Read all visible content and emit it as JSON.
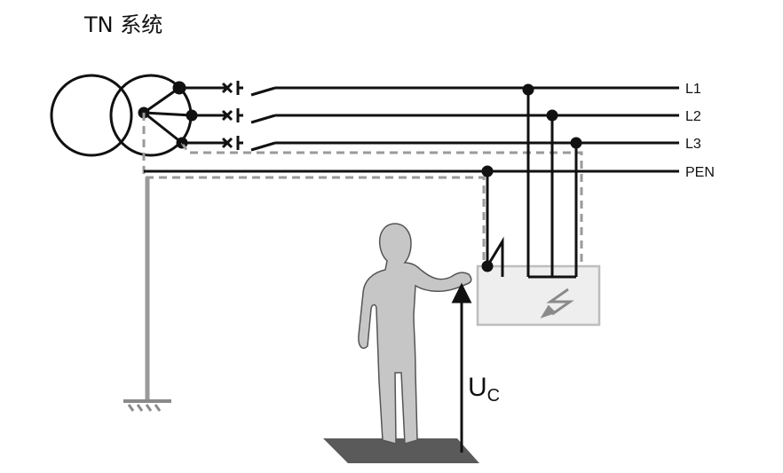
{
  "title": "TN 系统",
  "lines": {
    "l1": "L1",
    "l2": "L2",
    "l3": "L3",
    "pen": "PEN"
  },
  "voltage": {
    "symbol": "U",
    "subscript": "C"
  },
  "colors": {
    "wire": "#111111",
    "fault_path": "#9a9a9a",
    "earth": "#9a9a9a",
    "enclosure_fill": "#eeeeee",
    "enclosure_stroke": "#bdbdbd",
    "person": "#c6c6c6",
    "floor_mat": "#5a5a5a"
  },
  "icons": [
    "transformer-icon",
    "circuit-breaker-icon",
    "lightning-fault-icon",
    "earth-ground-icon",
    "person-icon"
  ]
}
